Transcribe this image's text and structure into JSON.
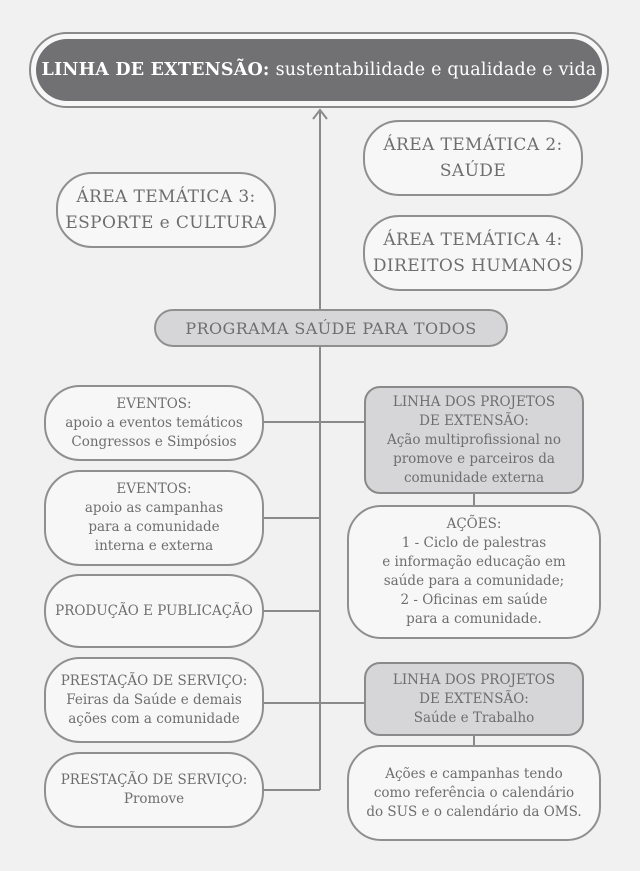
{
  "header": {
    "title_bold": "LINHA DE EXTENSÃO:",
    "title_rest": "sustentabilidade e qualidade e vida"
  },
  "areas": {
    "area2": {
      "line1": "ÁREA TEMÁTICA 2:",
      "line2": "SAÚDE"
    },
    "area3": {
      "line1": "ÁREA TEMÁTICA 3:",
      "line2": "ESPORTE e CULTURA"
    },
    "area4": {
      "line1": "ÁREA TEMÁTICA 4:",
      "line2": "DIREITOS HUMANOS"
    }
  },
  "program": {
    "label": "PROGRAMA SAÚDE PARA TODOS"
  },
  "left": {
    "eventos1": {
      "l1": "EVENTOS:",
      "l2": "apoio a eventos temáticos",
      "l3": "Congressos e Simpósios"
    },
    "eventos2": {
      "l1": "EVENTOS:",
      "l2": "apoio as campanhas",
      "l3": "para a comunidade",
      "l4": "interna e externa"
    },
    "producao": {
      "l1": "PRODUÇÃO E PUBLICAÇÃO"
    },
    "prestacao1": {
      "l1": "PRESTAÇÃO DE SERVIÇO:",
      "l2": "Feiras da Saúde e demais",
      "l3": "ações com a comunidade"
    },
    "prestacao2": {
      "l1": "PRESTAÇÃO DE SERVIÇO:",
      "l2": "Promove"
    }
  },
  "right": {
    "projetos1": {
      "l1": "LINHA DOS PROJETOS",
      "l2": "DE EXTENSÃO:",
      "l3": "Ação multiprofissional no",
      "l4": "promove e parceiros da",
      "l5": "comunidade externa"
    },
    "acoes": {
      "l1": "AÇÕES:",
      "l2": "1 - Ciclo de palestras",
      "l3": "e informação educação em",
      "l4": "saúde para a comunidade;",
      "l5": "2 - Oficinas em saúde",
      "l6": "para a comunidade."
    },
    "projetos2": {
      "l1": "LINHA DOS PROJETOS",
      "l2": "DE EXTENSÃO:",
      "l3": "Saúde e Trabalho"
    },
    "campanhas": {
      "l1": "Ações e campanhas tendo",
      "l2": "como referência o calendário",
      "l3": "do SUS e o calendário da OMS."
    }
  },
  "colors": {
    "line": "#8a8a8a",
    "header_fill": "#717174",
    "dark_fill": "#d6d6d8"
  }
}
